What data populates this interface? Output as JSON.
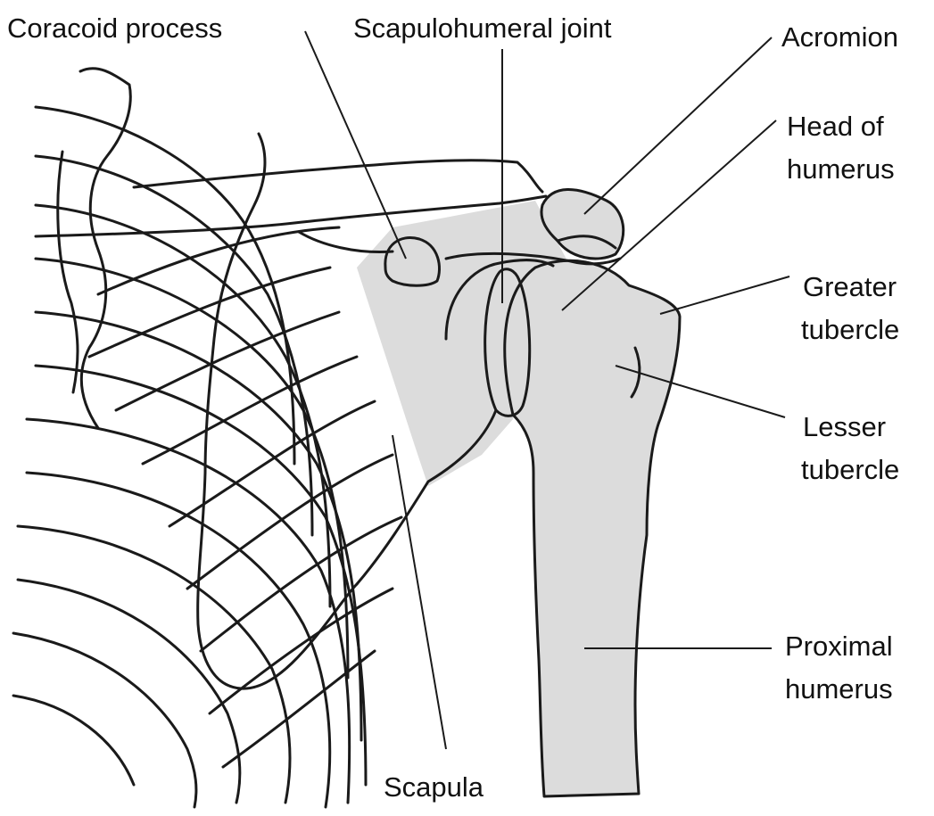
{
  "labels": {
    "coracoid_process": "Coracoid process",
    "scapulohumeral_joint": "Scapulohumeral joint",
    "acromion": "Acromion",
    "head_of_humerus_line1": "Head of",
    "head_of_humerus_line2": "humerus",
    "greater_tubercle_line1": "Greater",
    "greater_tubercle_line2": "tubercle",
    "lesser_tubercle_line1": "Lesser",
    "lesser_tubercle_line2": "tubercle",
    "proximal_humerus_line1": "Proximal",
    "proximal_humerus_line2": "humerus",
    "scapula": "Scapula"
  },
  "colors": {
    "ink": "#1a1a1a",
    "bone_fill": "#dcdcdc",
    "background": "#ffffff"
  }
}
